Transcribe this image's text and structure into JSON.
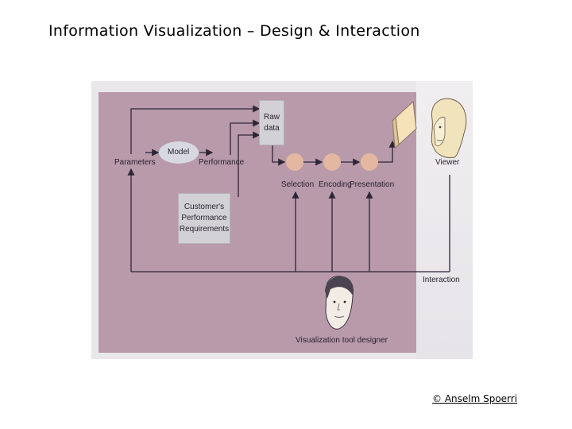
{
  "slide": {
    "title": "Information Visualization – Design & Interaction",
    "copyright": "© Anselm Spoerri"
  },
  "diagram": {
    "nodes": {
      "raw_data": "Raw\ndata",
      "model": "Model",
      "parameters": "Parameters",
      "performance": "Performance",
      "requirements": "Customer's\nPerformance\nRequirements",
      "selection": "Selection",
      "encoding": "Encoding",
      "presentation": "Presentation",
      "viewer": "Viewer",
      "interaction": "Interaction",
      "designer": "Visualization tool designer"
    },
    "colors": {
      "panel": "#b89aab",
      "stage_circle": "#e4b8a0",
      "line": "#2e2638",
      "box": "#d2d2d6"
    },
    "icons": [
      "screen-icon",
      "viewer-face-icon",
      "designer-face-icon"
    ]
  }
}
